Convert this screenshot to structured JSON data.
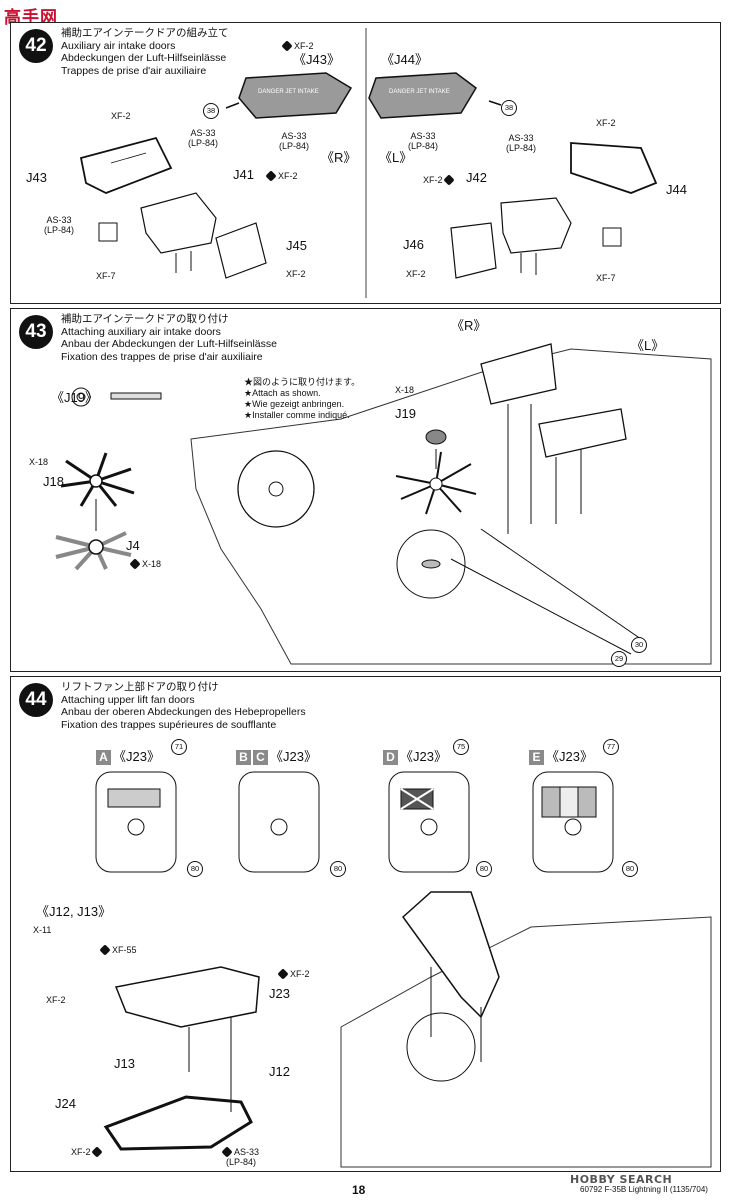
{
  "watermark": {
    "logo_text": "高手网",
    "site_text": "",
    "hobby_search": "HOBBY SEARCH"
  },
  "page": {
    "number": "18",
    "code_text": "60792 F-35B Lightning II (1135/704)"
  },
  "step42": {
    "number": "42",
    "title_ja": "補助エアインテークドアの組み立て",
    "title_en": "Auxiliary air intake doors",
    "title_de": "Abdeckungen der Luft-Hilfseinlässe",
    "title_fr": "Trappes de prise d'air auxiliaire",
    "view_left": "《J43》",
    "view_right": "《J44》",
    "decal_text": "DANGER JET INTAKE",
    "ref_38": "38",
    "xf2": "XF-2",
    "xf7": "XF-7",
    "as33": "AS-33",
    "lp84": "(LP-84)",
    "side_r": "《R》",
    "side_l": "《L》",
    "parts": {
      "j41": "J41",
      "j42": "J42",
      "j43": "J43",
      "j44": "J44",
      "j45": "J45",
      "j46": "J46"
    }
  },
  "step43": {
    "number": "43",
    "title_ja": "補助エアインテークドアの取り付け",
    "title_en": "Attaching auxiliary air intake doors",
    "title_de": "Anbau der Abdeckungen der Luft-Hilfseinlässe",
    "title_fr": "Fixation des trappes de prise d'air auxiliaire",
    "view_j19": "《J19》",
    "note_ja": "★図のように取り付けます。",
    "note_en": "★Attach as shown.",
    "note_de": "★Wie gezeigt anbringen.",
    "note_fr": "★Installer comme indiqué.",
    "x18": "X-18",
    "parts": {
      "j18": "J18",
      "j19": "J19",
      "j4": "J4"
    },
    "side_r": "《R》",
    "side_l": "《L》",
    "ref_29": "29",
    "ref_30": "30"
  },
  "step44": {
    "number": "44",
    "title_ja": "リフトファン上部ドアの取り付け",
    "title_en": "Attaching upper lift fan doors",
    "title_de": "Anbau der oberen Abdeckungen des Hebepropellers",
    "title_fr": "Fixation des trappes supérieures de soufflante",
    "variants": [
      {
        "letters": [
          "A"
        ],
        "label": "《J23》",
        "decal": "71",
        "ref": "80"
      },
      {
        "letters": [
          "B",
          "C"
        ],
        "label": "《J23》",
        "decal": "",
        "ref": "80"
      },
      {
        "letters": [
          "D"
        ],
        "label": "《J23》",
        "decal": "75",
        "ref": "80"
      },
      {
        "letters": [
          "E"
        ],
        "label": "《J23》",
        "decal": "77",
        "ref": "80"
      }
    ],
    "view_j12_j13": "《J12, J13》",
    "x11": "X-11",
    "xf55": "XF-55",
    "xf2": "XF-2",
    "as33": "AS-33",
    "lp84": "(LP-84)",
    "parts": {
      "j12": "J12",
      "j13": "J13",
      "j23": "J23",
      "j24": "J24"
    }
  },
  "colors": {
    "ink": "#111111",
    "gray": "#8a8a8a",
    "panel_fill": "#9a9a9a",
    "watermark_red": "#c8102e"
  }
}
